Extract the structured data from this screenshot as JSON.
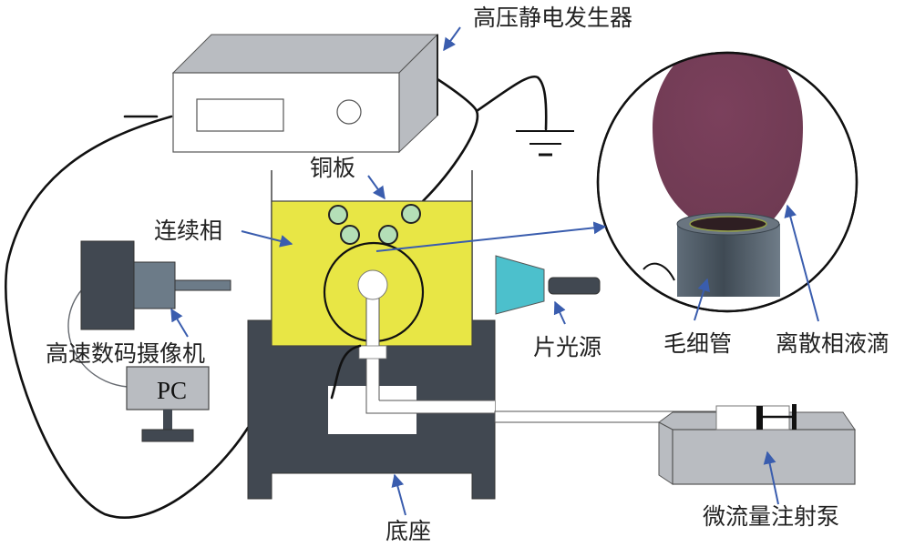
{
  "diagram": {
    "title": "Electrostatic droplet experiment setup",
    "labels": {
      "hv_generator": "高压静电发生器",
      "copper_plate": "铜板",
      "continuous_phase": "连续相",
      "camera": "高速数码摄像机",
      "pc": "PC",
      "light_source": "片光源",
      "capillary": "毛细管",
      "droplet": "离散相液滴",
      "base": "底座",
      "syringe_pump": "微流量注射泵",
      "negative_terminal": "—"
    },
    "colors": {
      "continuous_phase": "#e8e645",
      "bubble": "#b4dfb7",
      "base": "#414851",
      "camera_body": "#414851",
      "camera_lens": "#6c7b88",
      "box_grey": "#b9bcc1",
      "light_source": "#4cc0cc",
      "droplet": "#7a3f5a",
      "leader_arrow": "#3a5dae",
      "capillary": "#4d5964"
    }
  }
}
